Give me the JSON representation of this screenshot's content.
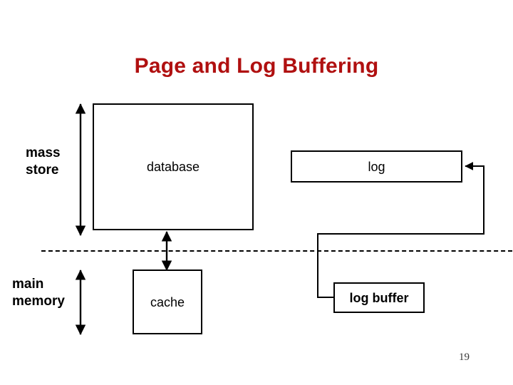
{
  "slide": {
    "title": "Page and Log Buffering",
    "title_color": "#B01010",
    "background_color": "#FFFFFF",
    "page_number": "19"
  },
  "tiers": {
    "upper_label": "mass\nstore",
    "lower_label": "main\nmemory",
    "boundary_style": "dashed"
  },
  "boxes": {
    "database": {
      "label": "database",
      "bold": false
    },
    "log": {
      "label": "log",
      "bold": false
    },
    "cache": {
      "label": "cache",
      "bold": false
    },
    "log_buffer": {
      "label": "log buffer",
      "bold": true
    }
  },
  "connectors": {
    "mass_store_extent": {
      "name": "mass-store-range-arrow",
      "style": "double-headed-vertical"
    },
    "main_memory_extent": {
      "name": "main-memory-range-arrow",
      "style": "double-headed-vertical"
    },
    "database_cache": {
      "name": "database-cache-arrow",
      "style": "double-headed-vertical"
    },
    "log_buffer_to_log": {
      "name": "log-buffer-to-log-arrow",
      "style": "elbow-single-headed"
    }
  },
  "icons": {
    "arrow_up": "arrow-up-icon",
    "arrow_down": "arrow-down-icon",
    "arrow_left": "arrow-left-icon"
  }
}
